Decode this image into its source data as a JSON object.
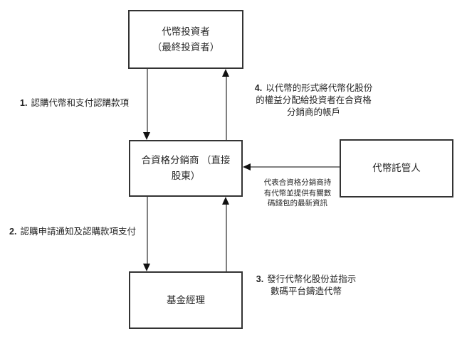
{
  "diagram": {
    "title": "tokenised-fund-subscription-flow",
    "nodes": {
      "token_investor": {
        "label": "代幣投資者\n（最終投資者）"
      },
      "distributor": {
        "label": "合資格分銷商 （直接\n股東）"
      },
      "custodian": {
        "label": "代幣託管人"
      },
      "fund_manager": {
        "label": "基金經理"
      }
    },
    "labels": {
      "step1": {
        "num": "1.",
        "text": "認購代幣和支付認購款項"
      },
      "step2": {
        "num": "2.",
        "text": "認購申請通知及認購款項支付"
      },
      "step3": {
        "num": "3.",
        "text": "發行代幣化股份並指示\n數碼平台鑄造代幣"
      },
      "step4": {
        "num": "4.",
        "text": "以代幣的形式將代幣化股份\n的權益分配給投資者在合資格\n分銷商的帳戶"
      },
      "custodian_note": {
        "text": "代表合資格分銷商持\n有代幣並提供有關數\n碼錢包的最新資訊"
      }
    },
    "arrows": [
      {
        "name": "step1",
        "from": "token_investor",
        "to": "distributor",
        "direction": "down"
      },
      {
        "name": "step4",
        "from": "distributor",
        "to": "token_investor",
        "direction": "up"
      },
      {
        "name": "step2",
        "from": "distributor",
        "to": "fund_manager",
        "direction": "down"
      },
      {
        "name": "step3",
        "from": "fund_manager",
        "to": "distributor",
        "direction": "up"
      },
      {
        "name": "custodian_link",
        "from": "custodian",
        "to": "distributor",
        "direction": "left"
      }
    ],
    "colors": {
      "background": "#ffffff",
      "line": "#808080",
      "arrowhead": "#111111",
      "box_border": "#333333",
      "text": "#262626"
    }
  }
}
